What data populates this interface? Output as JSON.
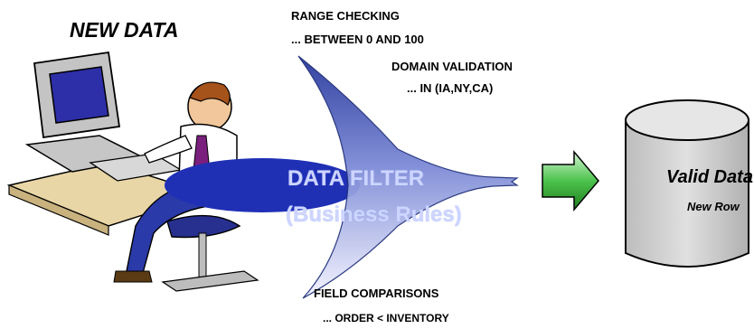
{
  "title": "NEW DATA",
  "rules": {
    "range": {
      "heading": "RANGE CHECKING",
      "detail": "... BETWEEN 0 AND 100"
    },
    "domain": {
      "heading": "DOMAIN VALIDATION",
      "detail": "... IN (IA,NY,CA)"
    },
    "field": {
      "heading": "FIELD COMPARISONS",
      "detail": "... ORDER < INVENTORY"
    }
  },
  "filter": {
    "line1": "DATA FILTER",
    "line2": "(Business Rules)"
  },
  "target": {
    "line1": "Valid Data",
    "line2": "New Row"
  },
  "colors": {
    "filter_top": "#2b3a9e",
    "filter_bottom": "#f2f2ff",
    "beam": "#1c2fb8",
    "arrow": "#3fb53f",
    "cylinder": "#d0d0d0"
  }
}
